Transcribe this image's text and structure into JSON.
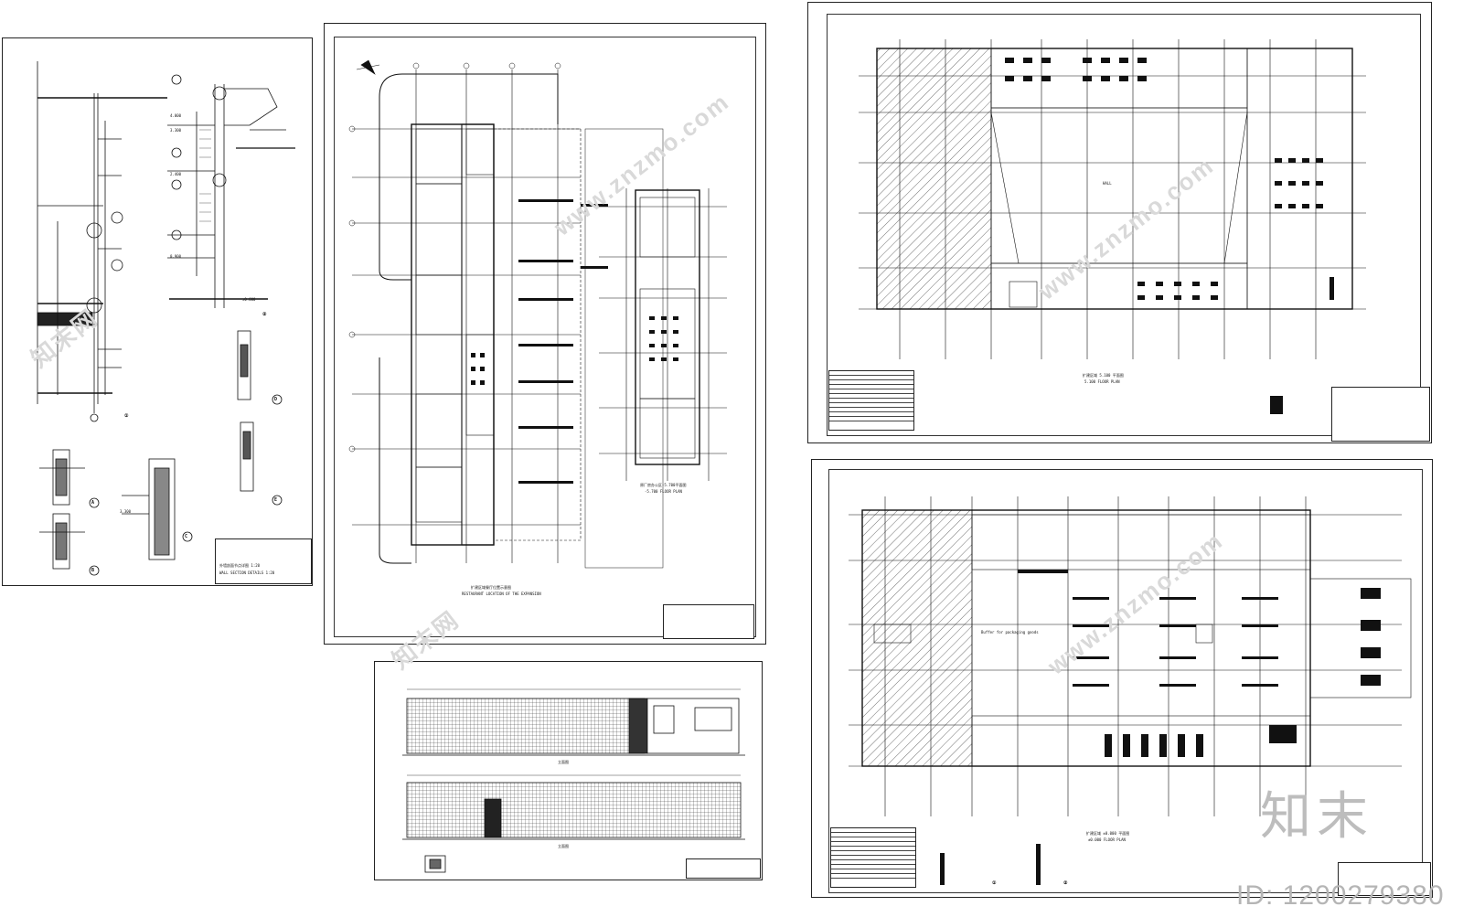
{
  "sheets": {
    "detail": {
      "title": "外墙剖面节点详图 1:20",
      "title_en": "WALL SECTION DETAILS 1:20",
      "markers": [
        "①",
        "②",
        "A",
        "B",
        "C",
        "D",
        "E"
      ],
      "levels": [
        "4.000",
        "3.300",
        "2.400",
        "0.900",
        "±0.000",
        "3.300"
      ]
    },
    "restaurant": {
      "title": "扩建区域餐厅位置示意图",
      "title_en": "RESTAURANT LOCATION OF THE EXPANSION",
      "plan_title": "原厂房办公区-5.700平面图",
      "plan_title_en": "-5.700 FLOOR PLAN"
    },
    "elevation": {
      "label_top": "立面图",
      "label_bottom": "立面图"
    },
    "upper_plan": {
      "title": "扩建区域 5.100 平面图",
      "title_en": "5.100 FLOOR PLAN",
      "hall_label": "HALL"
    },
    "ground_plan": {
      "title": "扩建区域 ±0.000 平面图",
      "title_en": "±0.000 FLOOR PLAN",
      "area_label": "Buffer for packaging goods",
      "markers": [
        "①",
        "②"
      ]
    }
  },
  "watermark": {
    "site": "www.znzmo.com",
    "cn": "知末网",
    "brand": "知末",
    "id_text": "ID: 1200279380"
  }
}
